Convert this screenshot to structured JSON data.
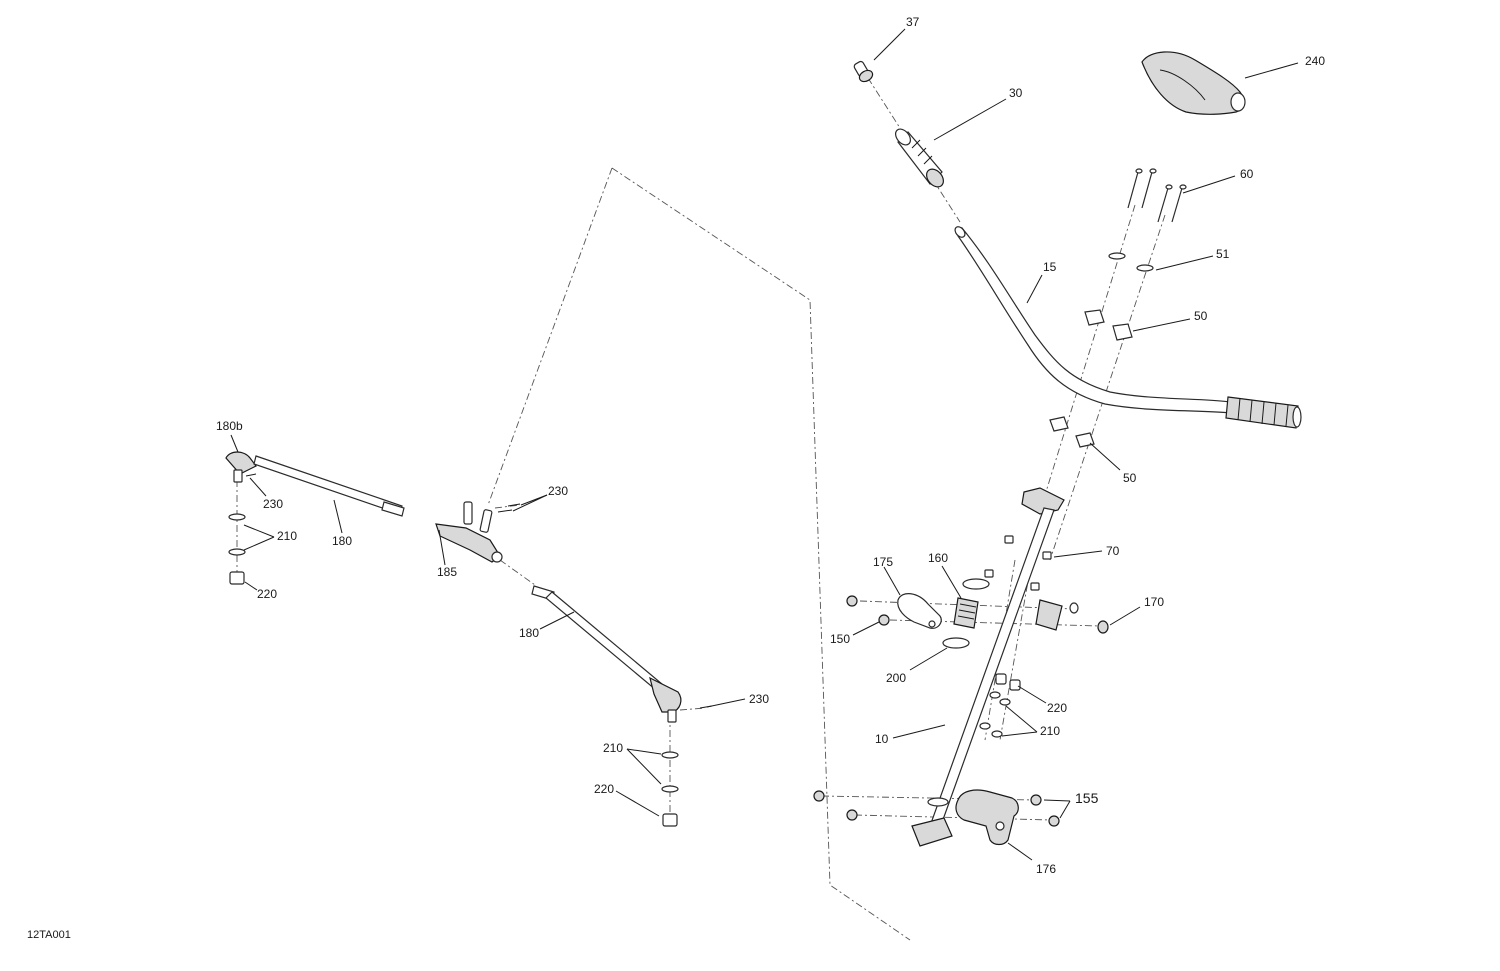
{
  "diagram": {
    "reference_code": "12TA001",
    "colors": {
      "line": "#2b2b2b",
      "part_fill": "#ffffff",
      "shade": "#d9d9d9",
      "text": "#1a1a1a"
    },
    "callouts": [
      {
        "id": "c-37",
        "label": "37",
        "part": "handlebar-end-plug"
      },
      {
        "id": "c-30",
        "label": "30",
        "part": "grip"
      },
      {
        "id": "c-240",
        "label": "240",
        "part": "handlebar-pad"
      },
      {
        "id": "c-60",
        "label": "60",
        "part": "screws"
      },
      {
        "id": "c-51",
        "label": "51",
        "part": "washers"
      },
      {
        "id": "c-15",
        "label": "15",
        "part": "handlebar"
      },
      {
        "id": "c-50a",
        "label": "50",
        "part": "upper-clamps"
      },
      {
        "id": "c-50b",
        "label": "50",
        "part": "lower-clamps"
      },
      {
        "id": "c-70",
        "label": "70",
        "part": "nuts"
      },
      {
        "id": "c-175",
        "label": "175",
        "part": "support-bracket"
      },
      {
        "id": "c-160",
        "label": "160",
        "part": "steering-bushing"
      },
      {
        "id": "c-170",
        "label": "170",
        "part": "nut"
      },
      {
        "id": "c-150",
        "label": "150",
        "part": "bolts"
      },
      {
        "id": "c-200",
        "label": "200",
        "part": "o-ring"
      },
      {
        "id": "c-220r",
        "label": "220",
        "part": "nuts"
      },
      {
        "id": "c-210r",
        "label": "210",
        "part": "washers"
      },
      {
        "id": "c-10",
        "label": "10",
        "part": "steering-column"
      },
      {
        "id": "c-155",
        "label": "155",
        "part": "bolts"
      },
      {
        "id": "c-176",
        "label": "176",
        "part": "lower-support"
      },
      {
        "id": "c-180b",
        "label": "180b",
        "part": "tie-rod-end"
      },
      {
        "id": "c-230a",
        "label": "230",
        "part": "cotter-pin"
      },
      {
        "id": "c-230b",
        "label": "230",
        "part": "cotter-pins"
      },
      {
        "id": "c-230c",
        "label": "230",
        "part": "cotter-pin"
      },
      {
        "id": "c-180a",
        "label": "180",
        "part": "tie-rod"
      },
      {
        "id": "c-180c",
        "label": "180",
        "part": "tie-rod"
      },
      {
        "id": "c-210a",
        "label": "210",
        "part": "washers"
      },
      {
        "id": "c-210b",
        "label": "210",
        "part": "washers"
      },
      {
        "id": "c-185",
        "label": "185",
        "part": "steering-arm"
      },
      {
        "id": "c-220a",
        "label": "220",
        "part": "nut"
      },
      {
        "id": "c-220b",
        "label": "220",
        "part": "nut"
      }
    ]
  }
}
